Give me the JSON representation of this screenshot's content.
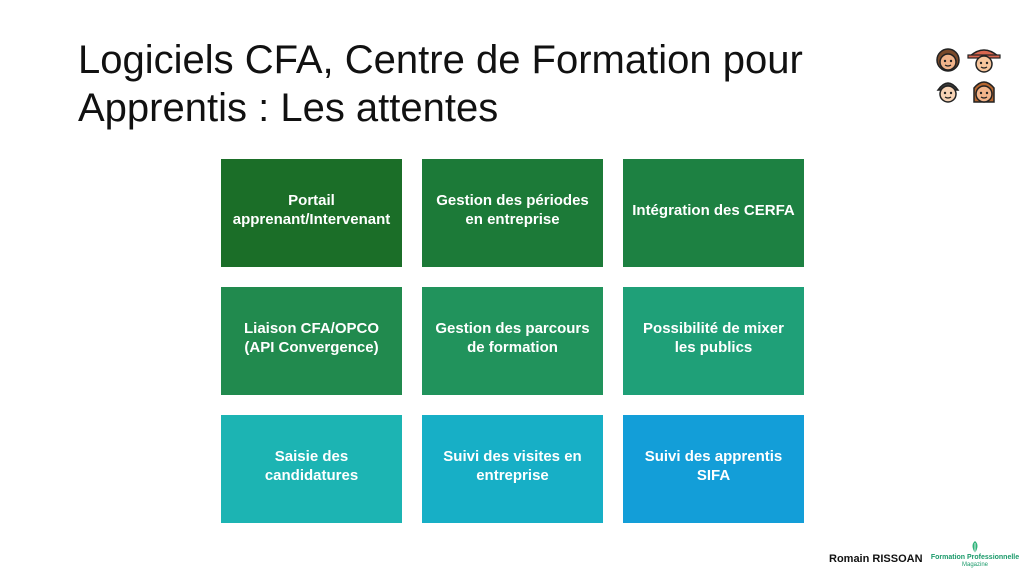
{
  "slide": {
    "title_line1": "Logiciels CFA, Centre de Formation pour",
    "title_line2": "Apprentis : Les attentes",
    "author": "Romain RISSOAN",
    "logo_line1": "Formation Professionnelle",
    "logo_line2": "Magazine",
    "icon": "people-group-icon"
  },
  "tiles": [
    {
      "label": "Portail apprenant/Intervenant",
      "color": "#1b6e28"
    },
    {
      "label": "Gestion des périodes en entreprise",
      "color": "#1c7a38"
    },
    {
      "label": "Intégration des CERFA",
      "color": "#1d8142"
    },
    {
      "label": "Liaison CFA/OPCO (API Convergence)",
      "color": "#218a4e"
    },
    {
      "label": "Gestion des parcours de formation",
      "color": "#21935c"
    },
    {
      "label": "Possibilité de mixer les publics",
      "color": "#1fa078"
    },
    {
      "label": "Saisie des candidatures",
      "color": "#1cb4b3"
    },
    {
      "label": "Suivi des visites en entreprise",
      "color": "#17afc6"
    },
    {
      "label": "Suivi des apprentis SIFA",
      "color": "#139ed8"
    }
  ]
}
